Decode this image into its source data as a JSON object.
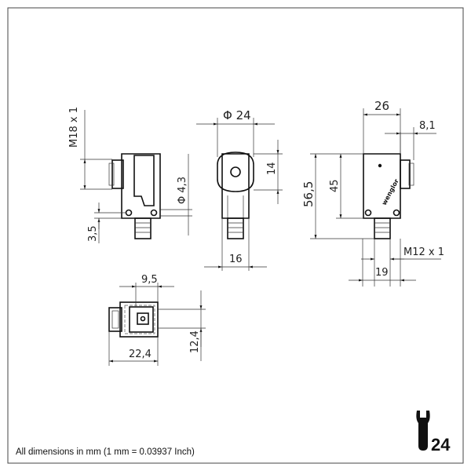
{
  "dimensions": {
    "m18": "M18 x 1",
    "phi43": "Φ 4,3",
    "d35": "3,5",
    "phi24": "Φ 24",
    "d14": "14",
    "d16": "16",
    "d26": "26",
    "d81": "8,1",
    "d565": "56,5",
    "d45": "45",
    "m12": "M12 x 1",
    "d19": "19",
    "d95": "9,5",
    "d224": "22,4",
    "d124": "12,4"
  },
  "brand": "wenglor",
  "footer": {
    "note": "All dimensions in mm (1 mm = 0.03937 Inch)"
  },
  "page": {
    "number": "24",
    "icon": "wrench-icon"
  }
}
